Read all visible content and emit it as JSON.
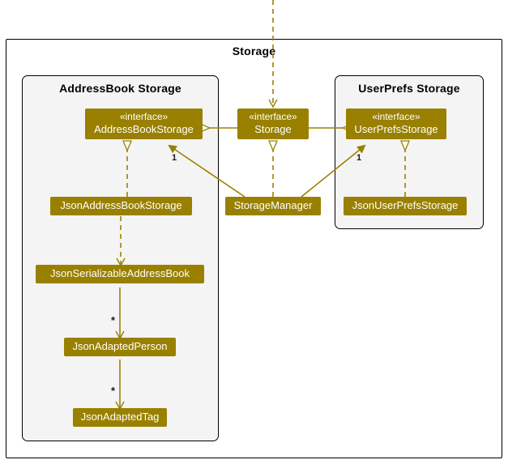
{
  "diagram": {
    "type": "uml-class-diagram",
    "title": "Storage",
    "background_color": "#ffffff",
    "node_fill_color": "#998000",
    "node_text_color": "#ffffff",
    "package_fill_color": "#f4f4f4",
    "edge_color": "#998000",
    "border_color": "#000000"
  },
  "packages": {
    "outer": {
      "label": "Storage"
    },
    "addressbook": {
      "label": "AddressBook Storage"
    },
    "userprefs": {
      "label": "UserPrefs Storage"
    }
  },
  "nodes": {
    "address_book_storage": {
      "stereotype": "«interface»",
      "name": "AddressBookStorage"
    },
    "storage": {
      "stereotype": "«interface»",
      "name": "Storage"
    },
    "user_prefs_storage": {
      "stereotype": "«interface»",
      "name": "UserPrefsStorage"
    },
    "json_address_book_storage": {
      "name": "JsonAddressBookStorage"
    },
    "storage_manager": {
      "name": "StorageManager"
    },
    "json_user_prefs_storage": {
      "name": "JsonUserPrefsStorage"
    },
    "json_serializable_address_book": {
      "name": "JsonSerializableAddressBook"
    },
    "json_adapted_person": {
      "name": "JsonAdaptedPerson"
    },
    "json_adapted_tag": {
      "name": "JsonAdaptedTag"
    }
  },
  "multiplicities": {
    "abs_one": "1",
    "ups_one": "1",
    "person_star": "*",
    "tag_star": "*"
  }
}
